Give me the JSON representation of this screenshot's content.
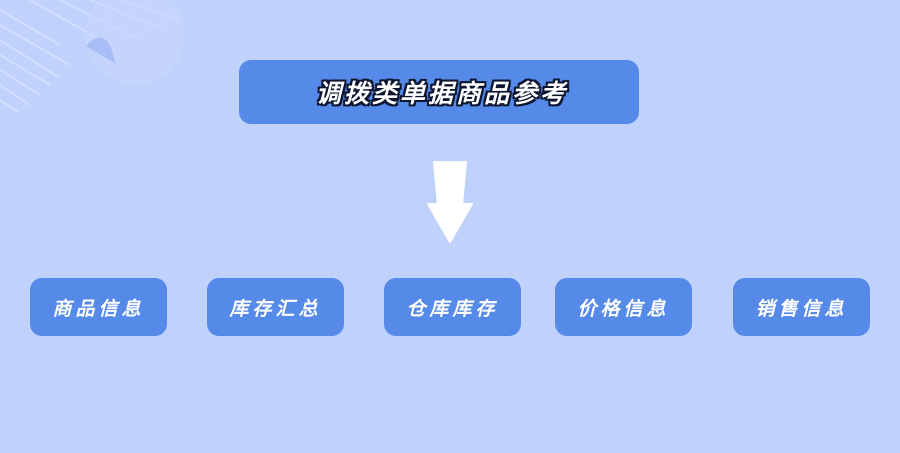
{
  "colors": {
    "background": "#c0d2fc",
    "box_fill": "#558ae8",
    "text": "#ffffff",
    "title_outline": "#0d1630",
    "arrow": "#ffffff"
  },
  "title": {
    "label": "调拨类单据商品参考"
  },
  "arrow": {
    "icon": "arrow-down-icon",
    "direction": "down"
  },
  "nodes": [
    {
      "label": "商品信息"
    },
    {
      "label": "库存汇总"
    },
    {
      "label": "仓库库存"
    },
    {
      "label": "价格信息"
    },
    {
      "label": "销售信息"
    }
  ]
}
